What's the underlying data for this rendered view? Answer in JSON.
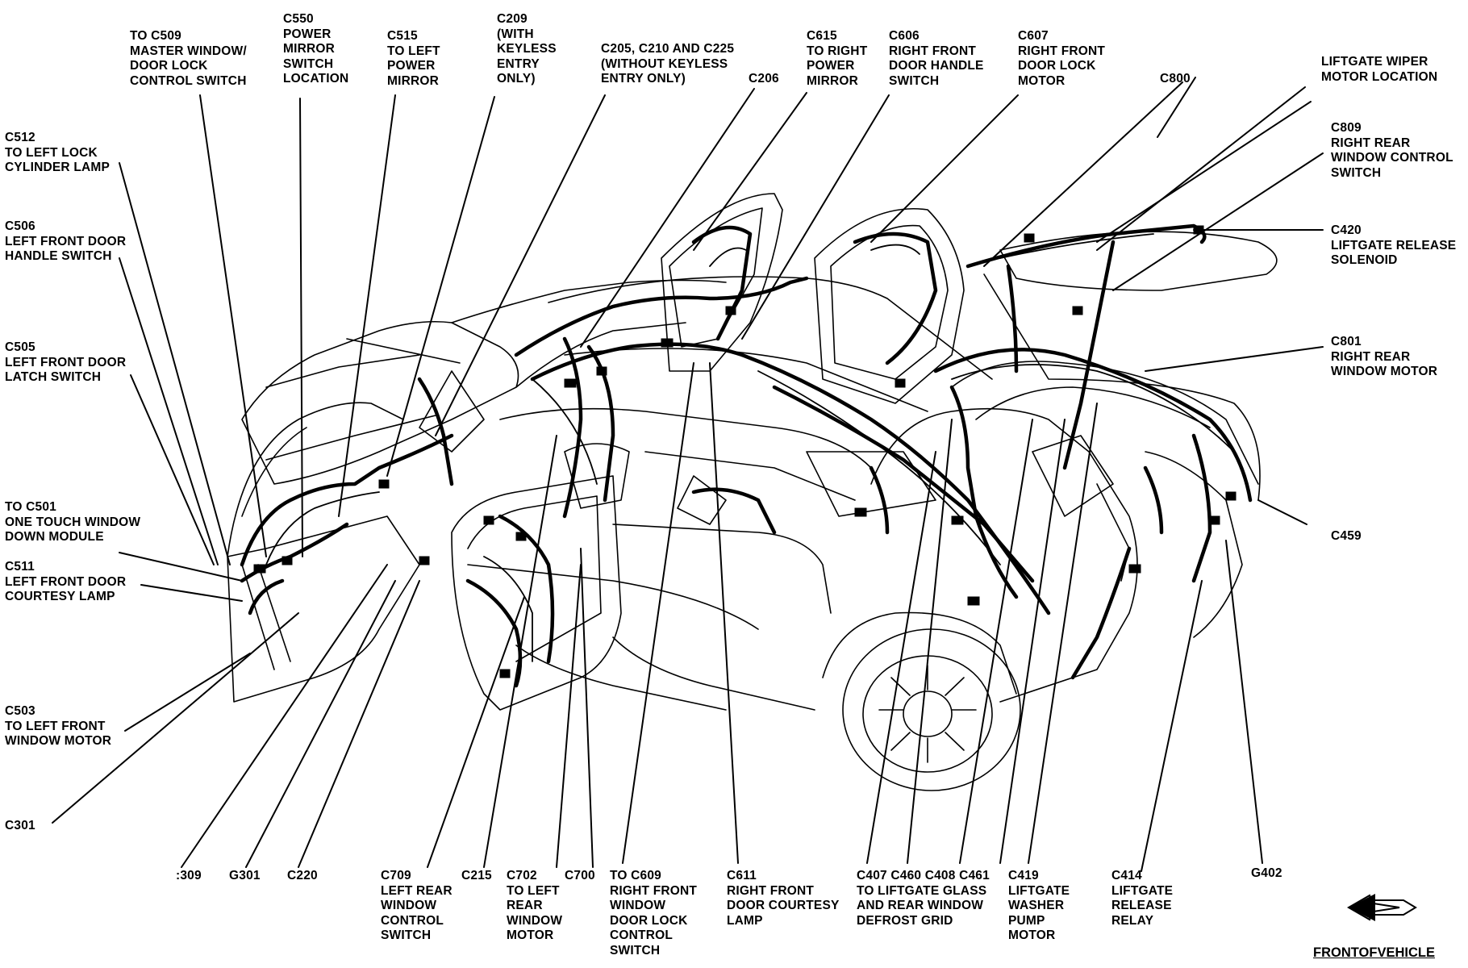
{
  "labels": [
    {
      "id": "c509",
      "lines": [
        "TO C509",
        "MASTER WINDOW/",
        "DOOR LOCK",
        "CONTROL SWITCH"
      ]
    },
    {
      "id": "c550",
      "lines": [
        "C550",
        "POWER",
        "MIRROR",
        "SWITCH",
        "LOCATION"
      ]
    },
    {
      "id": "c515",
      "lines": [
        "C515",
        "TO LEFT",
        "POWER",
        "MIRROR"
      ]
    },
    {
      "id": "c209",
      "lines": [
        "C209",
        "(WITH",
        "KEYLESS",
        "ENTRY",
        "ONLY)"
      ]
    },
    {
      "id": "c205",
      "lines": [
        "C205, C210 AND C225",
        "(WITHOUT KEYLESS",
        "ENTRY ONLY)"
      ]
    },
    {
      "id": "c206",
      "lines": [
        "C206"
      ]
    },
    {
      "id": "c615",
      "lines": [
        "C615",
        "TO RIGHT",
        "POWER",
        "MIRROR"
      ]
    },
    {
      "id": "c606",
      "lines": [
        "C606",
        "RIGHT FRONT",
        "DOOR HANDLE",
        "SWITCH"
      ]
    },
    {
      "id": "c607",
      "lines": [
        "C607",
        "RIGHT FRONT",
        "DOOR LOCK",
        "MOTOR"
      ]
    },
    {
      "id": "c800",
      "lines": [
        "C800"
      ]
    },
    {
      "id": "wiper",
      "lines": [
        "LIFTGATE WIPER",
        "MOTOR LOCATION"
      ]
    },
    {
      "id": "c512",
      "lines": [
        "C512",
        "TO LEFT LOCK",
        "CYLINDER LAMP"
      ]
    },
    {
      "id": "c809",
      "lines": [
        "C809",
        "RIGHT REAR",
        "WINDOW CONTROL",
        "SWITCH"
      ]
    },
    {
      "id": "c506",
      "lines": [
        "C506",
        "LEFT FRONT DOOR",
        "HANDLE SWITCH"
      ]
    },
    {
      "id": "c420",
      "lines": [
        "C420",
        "LIFTGATE RELEASE",
        "SOLENOID"
      ]
    },
    {
      "id": "c505",
      "lines": [
        "C505",
        "LEFT FRONT DOOR",
        "LATCH SWITCH"
      ]
    },
    {
      "id": "c801",
      "lines": [
        "C801",
        "RIGHT REAR",
        "WINDOW MOTOR"
      ]
    },
    {
      "id": "c501",
      "lines": [
        "TO C501",
        "ONE TOUCH WINDOW",
        "DOWN MODULE"
      ]
    },
    {
      "id": "c459",
      "lines": [
        "C459"
      ]
    },
    {
      "id": "c511",
      "lines": [
        "C511",
        "LEFT FRONT DOOR",
        "COURTESY LAMP"
      ]
    },
    {
      "id": "c503",
      "lines": [
        "C503",
        "TO LEFT FRONT",
        "WINDOW MOTOR"
      ]
    },
    {
      "id": "c301",
      "lines": [
        "C301"
      ]
    },
    {
      "id": "c309",
      "lines": [
        ":309"
      ]
    },
    {
      "id": "g301",
      "lines": [
        "G301"
      ]
    },
    {
      "id": "c220",
      "lines": [
        "C220"
      ]
    },
    {
      "id": "c709",
      "lines": [
        "C709",
        "LEFT REAR",
        "WINDOW",
        "CONTROL",
        "SWITCH"
      ]
    },
    {
      "id": "c215",
      "lines": [
        "C215"
      ]
    },
    {
      "id": "c702",
      "lines": [
        "C702",
        "TO LEFT",
        "REAR",
        "WINDOW",
        "MOTOR"
      ]
    },
    {
      "id": "c700",
      "lines": [
        "C700"
      ]
    },
    {
      "id": "c609",
      "lines": [
        "TO C609",
        "RIGHT FRONT",
        "WINDOW",
        "DOOR LOCK",
        "CONTROL",
        "SWITCH"
      ]
    },
    {
      "id": "c611",
      "lines": [
        "C611",
        "RIGHT FRONT",
        "DOOR COURTESY",
        "LAMP"
      ]
    },
    {
      "id": "c407",
      "lines": [
        "C407 C460 C408 C461",
        "TO LIFTGATE GLASS",
        "AND REAR WINDOW",
        "DEFROST GRID"
      ]
    },
    {
      "id": "c419",
      "lines": [
        "C419",
        "LIFTGATE",
        "WASHER",
        "PUMP",
        "MOTOR"
      ]
    },
    {
      "id": "c414",
      "lines": [
        "C414",
        "LIFTGATE",
        "RELEASE",
        "RELAY"
      ]
    },
    {
      "id": "g402",
      "lines": [
        "G402"
      ]
    }
  ],
  "front_of_vehicle": "FRONTOFVEHICLE"
}
